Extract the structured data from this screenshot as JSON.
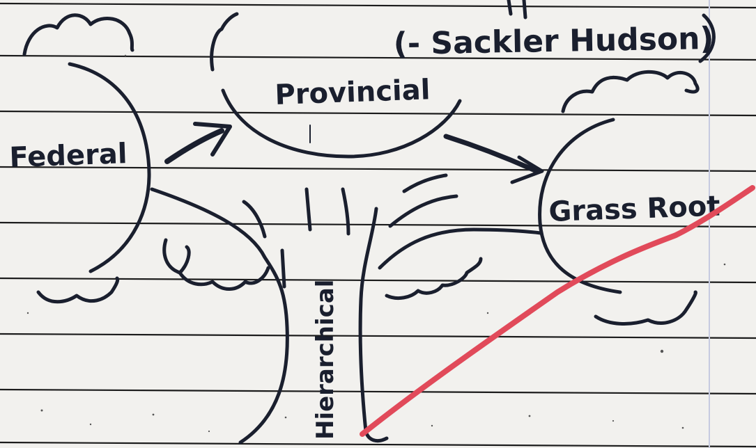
{
  "labels": {
    "federal": "Federal",
    "provincial": "Provincial",
    "grass_root": "Grass Root",
    "hierarchical": "Hierarchical",
    "citation": "(- Sackler Hudson)"
  },
  "colors": {
    "paper": "#f2f1ee",
    "rule_line": "#1c1c1c",
    "ink": "#1a1f2e",
    "margin_line": "#c7cbe0",
    "strike_line": "#e14a5a"
  },
  "icons": [
    "arrow-federal-to-provincial",
    "arrow-provincial-to-grass-root"
  ]
}
